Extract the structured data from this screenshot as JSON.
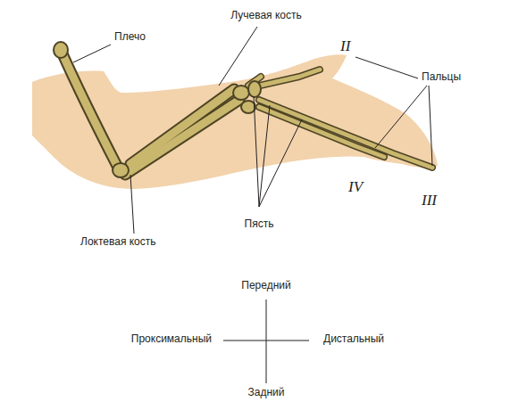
{
  "diagram": {
    "labels": [
      "Лучевая кость",
      "Плечо",
      "II",
      "Пальцы",
      "IV",
      "III",
      "Локтевая кость",
      "Пясть",
      "Передний",
      "Проксимальный",
      "Дистальный",
      "Задний"
    ]
  }
}
